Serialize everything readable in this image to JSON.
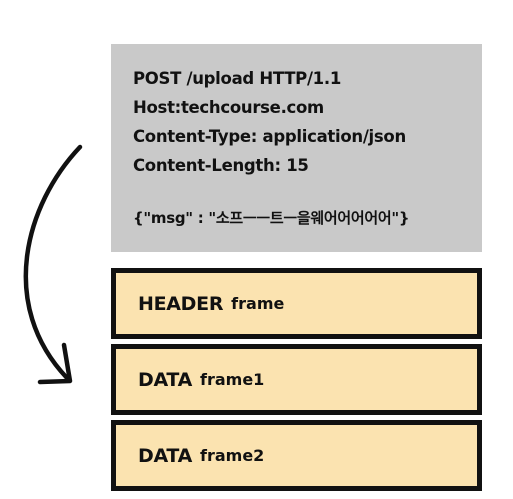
{
  "request": {
    "lines": [
      "POST /upload HTTP/1.1",
      "Host:techcourse.com",
      "Content-Type: application/json",
      "Content-Length: 15"
    ],
    "body": "{\"msg\" : \"소프ㅡㅡ트ㅡ을웨어어어어어\"}"
  },
  "frames": [
    {
      "type": "HEADER",
      "suffix": "frame"
    },
    {
      "type": "DATA",
      "suffix": "frame1"
    },
    {
      "type": "DATA",
      "suffix": "frame2"
    }
  ],
  "colors": {
    "request_bg": "#c9c9c9",
    "frame_bg": "#fbe3b0",
    "border": "#111111",
    "text": "#111111"
  }
}
